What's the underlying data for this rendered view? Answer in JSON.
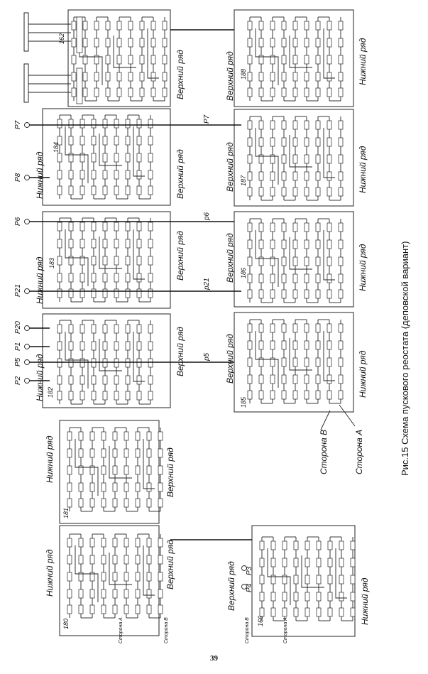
{
  "caption": "Рис.15 Схема пускового реостата (деповской вариант)",
  "page_number": "39",
  "row_labels": {
    "upper": "Верхний ряд",
    "lower": "Нижний ряд"
  },
  "side_labels": {
    "a": "Сторона А",
    "b": "Сторона В"
  },
  "blocks": [
    {
      "id": "180",
      "upper": "Верхний ряд",
      "lower": "Нижний ряд"
    },
    {
      "id": "181",
      "upper": "Верхний ряд",
      "lower": "Нижний ряд"
    },
    {
      "id": "182",
      "upper": "Верхний ряд",
      "lower": "Нижний ряд"
    },
    {
      "id": "183",
      "upper": "Верхний ряд",
      "lower": "Нижний ряд"
    },
    {
      "id": "184",
      "upper": "Верхний ряд",
      "lower": "Нижний ряд"
    },
    {
      "id": "162",
      "upper": "Верхний ряд",
      "lower": ""
    },
    {
      "id": "185",
      "upper": "Верхний ряд",
      "lower": "Нижний ряд"
    },
    {
      "id": "186",
      "upper": "Верхний ряд",
      "lower": "Нижний ряд"
    },
    {
      "id": "187",
      "upper": "Верхний ряд",
      "lower": "Нижний ряд"
    },
    {
      "id": "188",
      "upper": "Верхний ряд",
      "lower": "Нижний ряд"
    },
    {
      "id": "166",
      "upper": "Верхний ряд",
      "lower": "Нижний ряд"
    }
  ],
  "terminals": [
    "Р2",
    "Р5",
    "Р1",
    "Р20",
    "Р21",
    "Р6",
    "Р8",
    "Р7",
    "Р3",
    "Р4"
  ],
  "wire_labels": [
    "р5",
    "р21",
    "р6",
    "Р7"
  ],
  "sides_small": {
    "a": "Сторона А",
    "b": "Сторона В"
  }
}
